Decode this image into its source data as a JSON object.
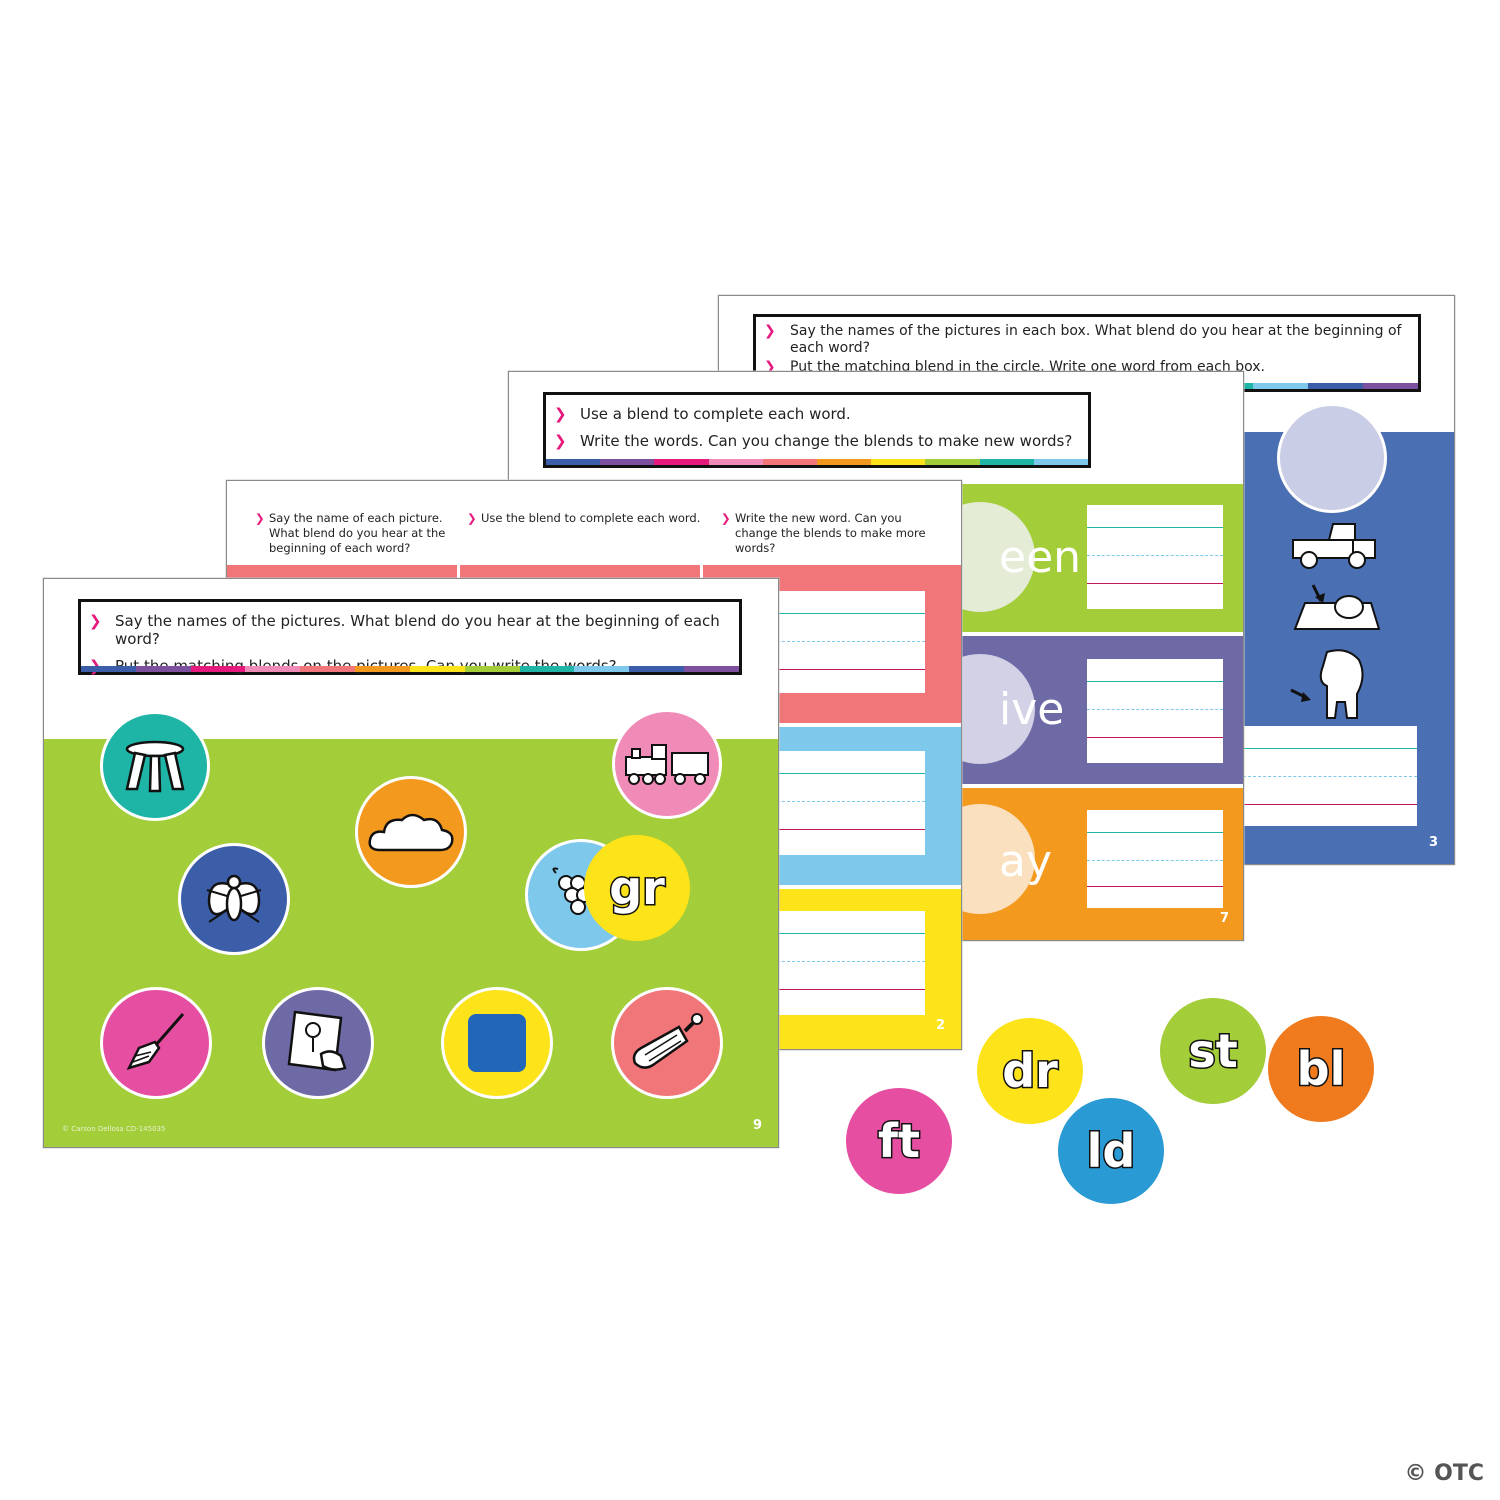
{
  "card3": {
    "instructions": [
      "Say the names of the pictures in each box. What blend do you hear at the beginning of each word?",
      "Put the matching blend in the circle. Write one word from each box."
    ],
    "page_number": "3"
  },
  "card7": {
    "instructions": [
      "Use a blend to complete each word.",
      "Write the words. Can you change the blends to make new words?"
    ],
    "endings": [
      "een",
      "ive",
      "ay"
    ],
    "page_number": "7"
  },
  "card2": {
    "columns": [
      "Say the name of each picture. What blend do you hear at the beginning of each word?",
      "Use the blend to complete each word.",
      "Write the new word. Can you change the blends to make more words?"
    ],
    "page_number": "2"
  },
  "card9": {
    "instructions": [
      "Say the names of the pictures. What blend do you hear at the beginning of each word?",
      "Put the matching blends on the pictures. Can you write the words?"
    ],
    "placed_blend": "gr",
    "copyright": "© Carson Dellosa CD-145035",
    "page_number": "9"
  },
  "loose_blends": [
    "ft",
    "dr",
    "ld",
    "st",
    "bl"
  ],
  "watermark": "© OTC",
  "colors": {
    "green": "#a3cd39",
    "blue": "#4a6fb3",
    "purple": "#6e6aa6",
    "orange": "#f39a1e",
    "coral": "#f0767a",
    "sky": "#7ec8ec",
    "yellow": "#fde31a",
    "teal": "#1fb5a6",
    "pink": "#e64ea1",
    "magenta": "#d9489f",
    "cyan": "#2a9ad4"
  },
  "icons": [
    "stool-icon",
    "train-icon",
    "cloud-icon",
    "fly-icon",
    "grapes-icon",
    "broom-icon",
    "drawing-icon",
    "square-block-icon",
    "scoop-icon",
    "truck-icon",
    "tray-teapot-icon",
    "elephant-icon"
  ]
}
